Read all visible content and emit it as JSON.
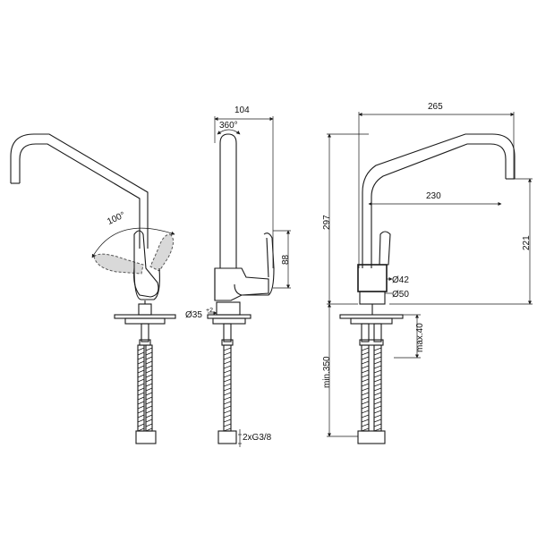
{
  "colors": {
    "line": "#1a1a1a",
    "ghost_fill": "#d9d9d9",
    "background": "#ffffff"
  },
  "views": {
    "front": {
      "rotation_label": "100°"
    },
    "side": {
      "width_label": "104",
      "swivel_label": "360°",
      "lever_height_label": "88",
      "hole_diameter_label": "Ø35",
      "hole_tolerance_label": "+2",
      "connection_label": "2xG3/8"
    },
    "rear": {
      "reach_label": "265",
      "height_label": "297",
      "spout_reach_label": "230",
      "spout_height_label": "221",
      "body_diameter_label": "Ø42",
      "base_diameter_label": "Ø50",
      "hose_length_label": "min.350",
      "deck_thickness_label": "max.40"
    }
  }
}
